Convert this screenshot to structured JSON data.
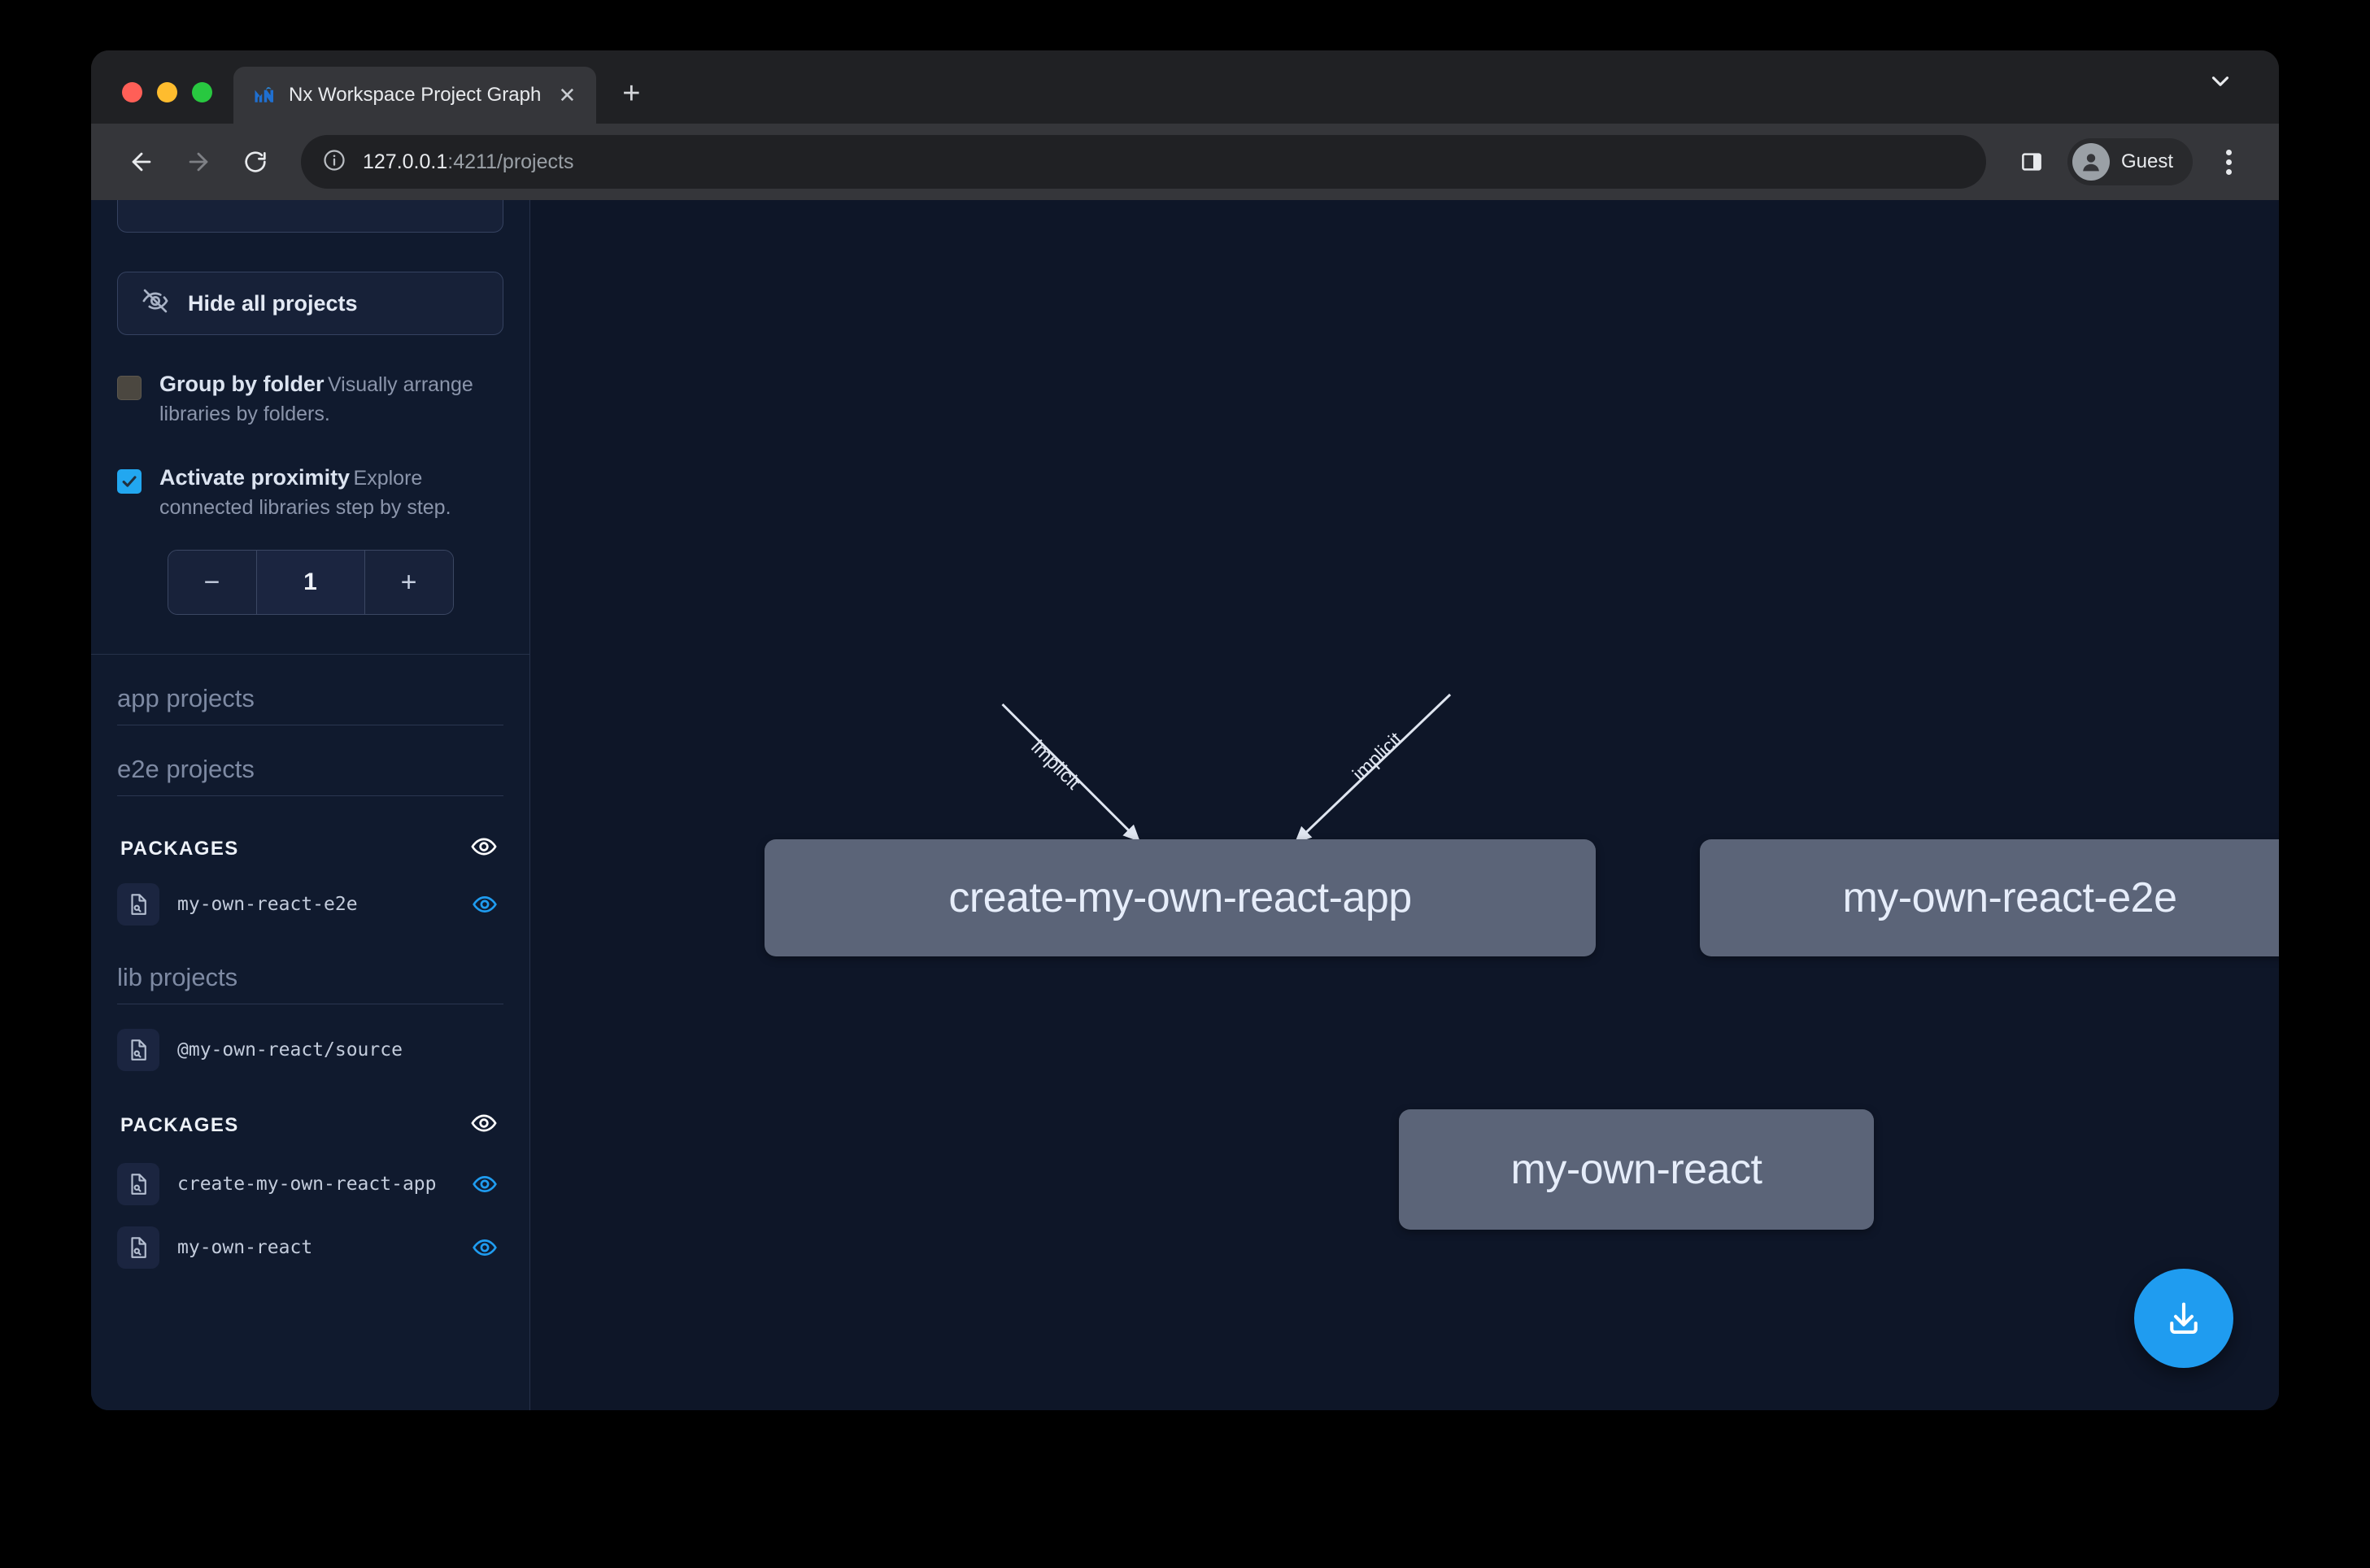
{
  "browser": {
    "tab": {
      "title": "Nx Workspace Project Graph",
      "favicon_name": "nx-logo-icon",
      "close_label": "✕"
    },
    "new_tab_label": "+",
    "tab_list_icon": "chevron-down-icon",
    "toolbar": {
      "back_icon": "back-arrow-icon",
      "forward_icon": "forward-arrow-icon",
      "reload_icon": "reload-icon",
      "site_info_icon": "info-circle-icon",
      "url_host": "127.0.0.1",
      "url_rest": ":4211/projects",
      "side_panel_icon": "side-panel-icon",
      "profile_name": "Guest",
      "menu_icon": "kebab-menu-icon"
    }
  },
  "sidebar": {
    "hide_all_button": {
      "label": "Hide all projects",
      "icon": "eye-off-icon"
    },
    "options": [
      {
        "title": "Group by folder",
        "description": "Visually arrange libraries by folders.",
        "checked": false
      },
      {
        "title": "Activate proximity",
        "description": "Explore connected libraries step by step.",
        "checked": true
      }
    ],
    "stepper": {
      "decrement_label": "−",
      "value": "1",
      "increment_label": "+"
    },
    "groups": [
      {
        "name": "app-projects",
        "label": "app projects"
      },
      {
        "name": "e2e-projects",
        "label": "e2e projects"
      }
    ],
    "sections": [
      {
        "header": "PACKAGES",
        "header_eye": "eye-icon",
        "projects": [
          {
            "label": "my-own-react-e2e",
            "visible": true
          }
        ]
      }
    ],
    "lib_group_label": "lib projects",
    "lib_projects": [
      {
        "label": "@my-own-react/source",
        "visible": false
      }
    ],
    "packages_section_2": {
      "header": "PACKAGES",
      "header_eye": "eye-icon",
      "projects": [
        {
          "label": "create-my-own-react-app",
          "visible": true
        },
        {
          "label": "my-own-react",
          "visible": true
        }
      ]
    }
  },
  "graph": {
    "nodes": [
      {
        "id": "create-my-own-react-app",
        "label": "create-my-own-react-app"
      },
      {
        "id": "my-own-react-e2e",
        "label": "my-own-react-e2e"
      },
      {
        "id": "my-own-react",
        "label": "my-own-react"
      }
    ],
    "edges": [
      {
        "from": "create-my-own-react-app",
        "to": "my-own-react",
        "label": "implicit"
      },
      {
        "from": "my-own-react-e2e",
        "to": "my-own-react",
        "label": "implicit"
      }
    ],
    "download_button": {
      "name": "download-image-button",
      "icon": "download-icon"
    }
  },
  "colors": {
    "accent_blue": "#1f9cf0",
    "node_fill": "#5b6478",
    "canvas_bg": "#0e1628",
    "sidebar_bg": "#101a2e"
  }
}
